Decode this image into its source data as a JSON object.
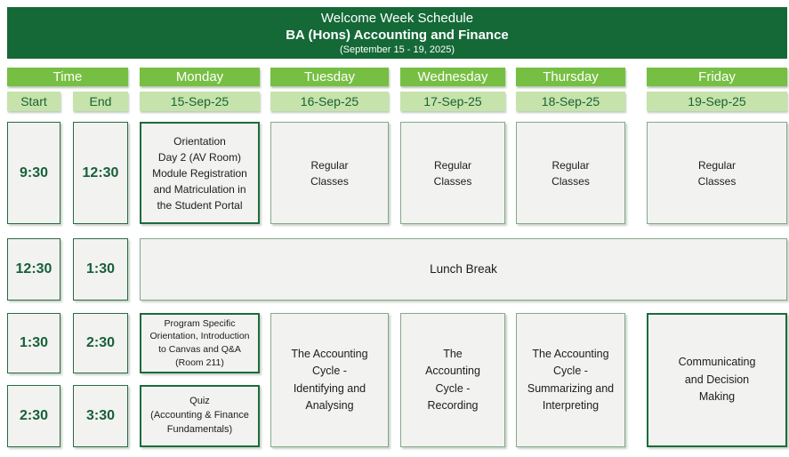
{
  "banner": {
    "title": "Welcome Week Schedule",
    "subtitle": "BA (Hons) Accounting and Finance",
    "date_range": "(September 15 - 19, 2025)"
  },
  "headers": {
    "time": "Time",
    "start": "Start",
    "end": "End",
    "days": [
      {
        "label": "Monday",
        "date": "15-Sep-25"
      },
      {
        "label": "Tuesday",
        "date": "16-Sep-25"
      },
      {
        "label": "Wednesday",
        "date": "17-Sep-25"
      },
      {
        "label": "Thursday",
        "date": "18-Sep-25"
      },
      {
        "label": "Friday",
        "date": "19-Sep-25"
      }
    ]
  },
  "schedule": {
    "row1": {
      "start": "9:30",
      "end": "12:30",
      "monday": "Orientation\nDay 2 (AV Room)\nModule Registration\nand Matriculation in\nthe Student Portal",
      "tuesday": "Regular\nClasses",
      "wednesday": "Regular\nClasses",
      "thursday": "Regular\nClasses",
      "friday": "Regular\nClasses"
    },
    "row2": {
      "start": "12:30",
      "end": "1:30",
      "all_days": "Lunch Break"
    },
    "row3": {
      "start": "1:30",
      "end": "2:30",
      "monday": "Program Specific\nOrientation, Introduction\nto Canvas and Q&A\n(Room 211)"
    },
    "row4": {
      "start": "2:30",
      "end": "3:30",
      "monday": "Quiz\n(Accounting & Finance\nFundamentals)"
    },
    "rows3_4": {
      "tuesday": "The Accounting\nCycle -\nIdentifying and\nAnalysing",
      "wednesday": "The\nAccounting\nCycle -\nRecording",
      "thursday": "The Accounting\nCycle -\nSummarizing and\nInterpreting",
      "friday": "Communicating\nand Decision\nMaking"
    }
  },
  "colors": {
    "banner_green": "#146937",
    "header_green": "#76bf43",
    "light_green": "#c6e3ac",
    "cell_background": "#f2f2f0",
    "dark_border_green": "#1d6b3c",
    "light_border_green": "#84a98a",
    "time_text_green": "#17603a"
  }
}
